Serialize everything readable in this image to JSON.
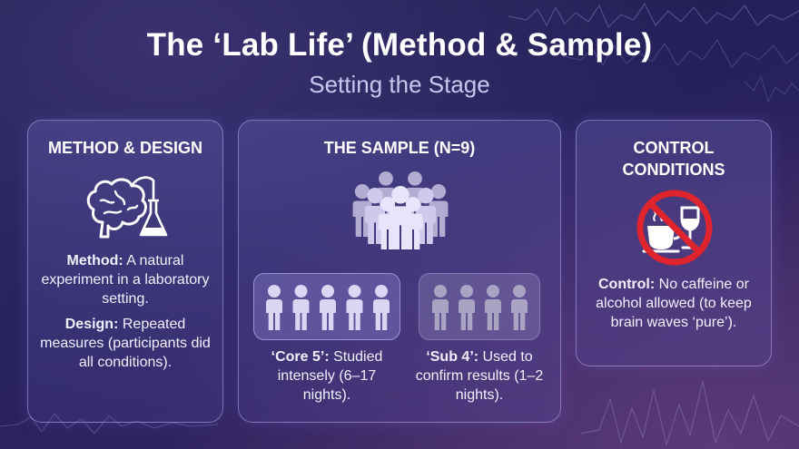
{
  "title": "The ‘Lab Life’ (Method & Sample)",
  "subtitle": "Setting the Stage",
  "method": {
    "heading": "METHOD & DESIGN",
    "method_label": "Method:",
    "method_text": "A natural experiment in a laboratory setting.",
    "design_label": "Design:",
    "design_text": "Repeated measures (participants did all conditions).",
    "icon": "brain-flask-icon"
  },
  "sample": {
    "heading": "THE SAMPLE (N=9)",
    "icon": "people-group-icon",
    "core_label": "‘Core 5’:",
    "core_text": "Studied intensely (6–17 nights).",
    "core_count": 5,
    "sub_label": "‘Sub 4’:",
    "sub_text": "Used to confirm results (1–2 nights).",
    "sub_count": 4
  },
  "control": {
    "heading_line1": "CONTROL",
    "heading_line2": "CONDITIONS",
    "label": "Control:",
    "text": "No caffeine or alcohol allowed (to keep brain waves ‘pure’).",
    "icon": "no-coffee-no-alcohol-icon"
  },
  "colors": {
    "accent": "#ffffff",
    "prohibit": "#e0242e",
    "person": "#dcd6f4",
    "person_dim": "#a9a4c4"
  }
}
